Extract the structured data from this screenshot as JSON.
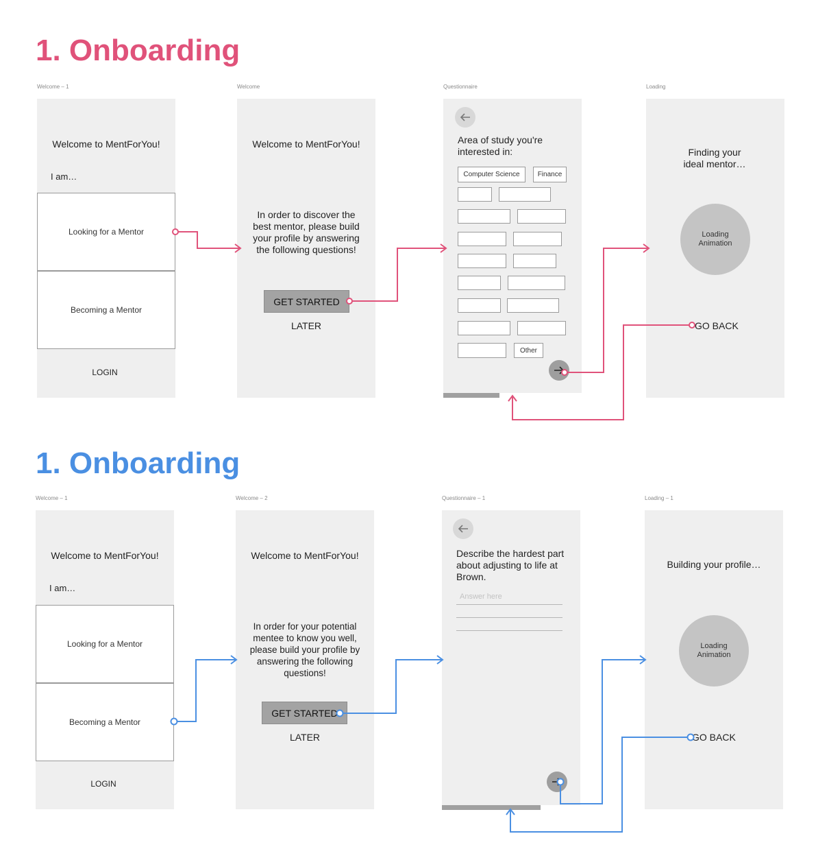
{
  "colors": {
    "pink": "#e0527a",
    "blue": "#4a8fe2"
  },
  "top": {
    "title": "1. Onboarding",
    "labels": [
      "Welcome – 1",
      "Welcome",
      "Questionnaire",
      "Loading"
    ],
    "welcome1": {
      "heading": "Welcome to MentForYou!",
      "iam": "I am…",
      "option1": "Looking for a Mentor",
      "option2": "Becoming a Mentor",
      "login": "LOGIN"
    },
    "welcome": {
      "heading": "Welcome to MentForYou!",
      "body": "In order to discover the best mentor, please build your profile by answering the following questions!",
      "get_started": "GET STARTED",
      "later": "LATER"
    },
    "questionnaire": {
      "question": "Area of study you're interested in:",
      "tag1": "Computer Science",
      "tag2": "Finance",
      "other": "Other"
    },
    "loading": {
      "heading": "Finding your ideal mentor…",
      "circle": "Loading Animation",
      "go_back": "GO BACK"
    }
  },
  "bottom": {
    "title": "1. Onboarding",
    "labels": [
      "Welcome – 1",
      "Welcome – 2",
      "Questionnaire – 1",
      "Loading – 1"
    ],
    "welcome1": {
      "heading": "Welcome to MentForYou!",
      "iam": "I am…",
      "option1": "Looking for a Mentor",
      "option2": "Becoming a Mentor",
      "login": "LOGIN"
    },
    "welcome2": {
      "heading": "Welcome to MentForYou!",
      "body": "In order for your potential mentee to know you well, please build your profile by answering the following questions!",
      "get_started": "GET STARTED",
      "later": "LATER"
    },
    "questionnaire": {
      "question": "Describe the hardest part about adjusting to life at Brown.",
      "placeholder": "Answer here"
    },
    "loading": {
      "heading": "Building your profile…",
      "circle": "Loading Animation",
      "go_back": "GO BACK"
    }
  }
}
